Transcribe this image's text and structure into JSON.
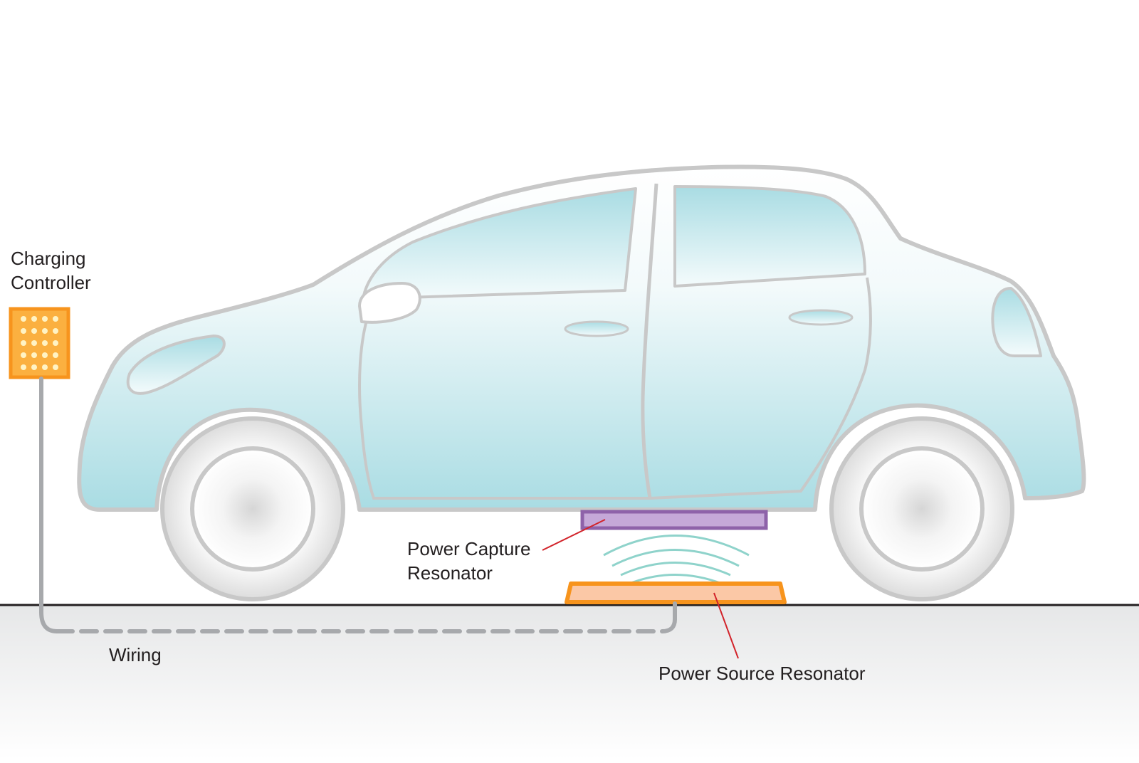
{
  "labels": {
    "charging_controller": {
      "line1": "Charging",
      "line2": "Controller"
    },
    "power_capture": {
      "line1": "Power Capture",
      "line2": "Resonator"
    },
    "wiring": "Wiring",
    "power_source": "Power Source Resonator"
  },
  "colors": {
    "outline": "#c8c8c8",
    "glass": "#a9dce3",
    "controller": "#f7941d",
    "controller_fill": "#fbb040",
    "capture": "#8e62a9",
    "capture_fill": "#c5a8d8",
    "source": "#f7941d",
    "source_fill": "#fbc8a6",
    "waves": "#8fd3cb",
    "leader": "#d2232a",
    "ground_line": "#231f20"
  }
}
